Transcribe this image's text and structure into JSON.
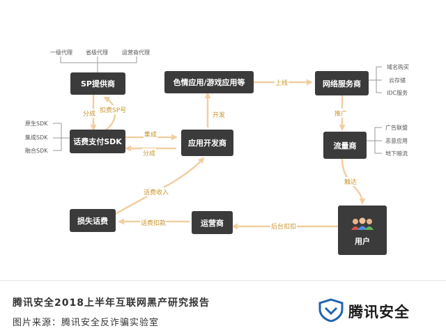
{
  "nodes": {
    "sp": "SP提供商",
    "color_app": "色情应用/游戏应用等",
    "network_service": "网络服务商",
    "payment_sdk": "话费支付SDK",
    "app_dev": "应用开发商",
    "traffic": "流量商",
    "lost_fee": "损失话费",
    "operator": "运营商",
    "user": "用户"
  },
  "sp_subitems": [
    "一级代理",
    "省级代理",
    "运营商代理"
  ],
  "sdk_subitems": [
    "原生SDK",
    "集成SDK",
    "融合SDK"
  ],
  "network_subitems": [
    "域名购买",
    "云存储",
    "IDC服务"
  ],
  "traffic_subitems": [
    "广告联盟",
    "恶意应用",
    "地下暗流"
  ],
  "edge_labels": {
    "fencheng_1": "分成",
    "koufei_sp": "扣费SP号",
    "jicheng": "集成",
    "fencheng_2": "分成",
    "kaifa": "开发",
    "shangxian": "上线",
    "tuiguang": "推广",
    "chuda": "触达",
    "houtai": "后台扣扣",
    "kukuan": "话费扣款",
    "shouru": "话费收入"
  },
  "colors": {
    "node_bg": "#3b3b3b",
    "arrow": "#f0cfa0",
    "edge_label": "#c9962e",
    "logo_blue": "#1e63b0"
  },
  "footer": {
    "title": "腾讯安全2018上半年互联网黑产研究报告",
    "source": "图片来源：腾讯安全反诈骗实验室"
  },
  "logo": {
    "text": "腾讯安全",
    "icon": "tencent-security-shield-icon"
  }
}
